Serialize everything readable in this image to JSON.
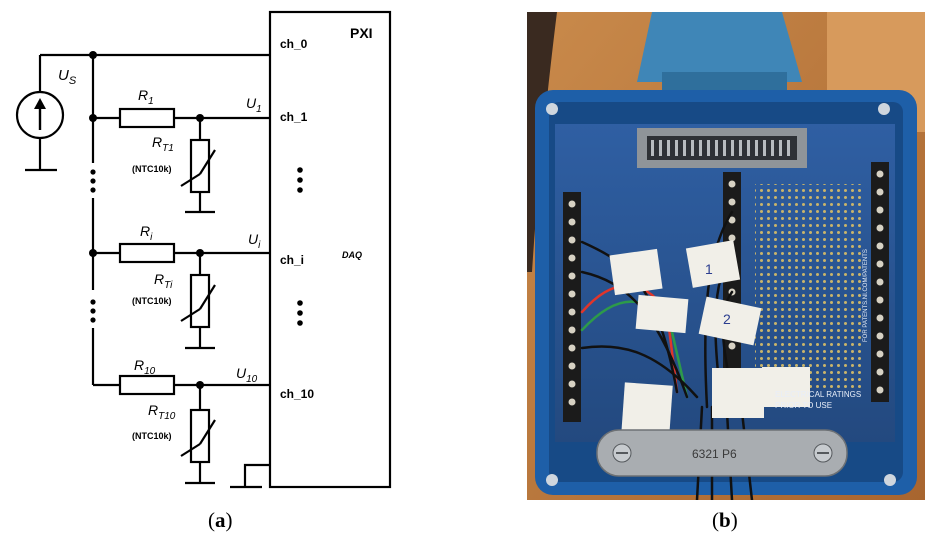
{
  "schematic": {
    "pxi_label": "PXI",
    "daq_label": "DAQ",
    "source": {
      "main": "U",
      "sub": "S"
    },
    "channels": [
      {
        "name": "ch_0"
      },
      {
        "name": "ch_1",
        "r_main": "R",
        "r_sub": "1",
        "rt_main": "R",
        "rt_sub": "T1",
        "u_main": "U",
        "u_sub": "1",
        "ntc": "(NTC10k)"
      },
      {
        "name": "ch_i",
        "r_main": "R",
        "r_sub": "i",
        "rt_main": "R",
        "rt_sub": "Ti",
        "u_main": "U",
        "u_sub": "i",
        "ntc": "(NTC10k)"
      },
      {
        "name": "ch_10",
        "r_main": "R",
        "r_sub": "10",
        "rt_main": "R",
        "rt_sub": "T10",
        "u_main": "U",
        "u_sub": "10",
        "ntc": "(NTC10k)"
      }
    ]
  },
  "photo": {
    "board_text_1": "ELECTRICAL RATINGS",
    "board_text_2": "PRIOR TO USE",
    "board_text_3": "FOR PATENTS.NI.COM/PATENTS",
    "plate_text": "6321 P6",
    "slip_1": "1",
    "slip_2": "2"
  },
  "captions": {
    "a_open": "(",
    "a_letter": "a",
    "a_close": ")",
    "b_open": "(",
    "b_letter": "b",
    "b_close": ")"
  }
}
